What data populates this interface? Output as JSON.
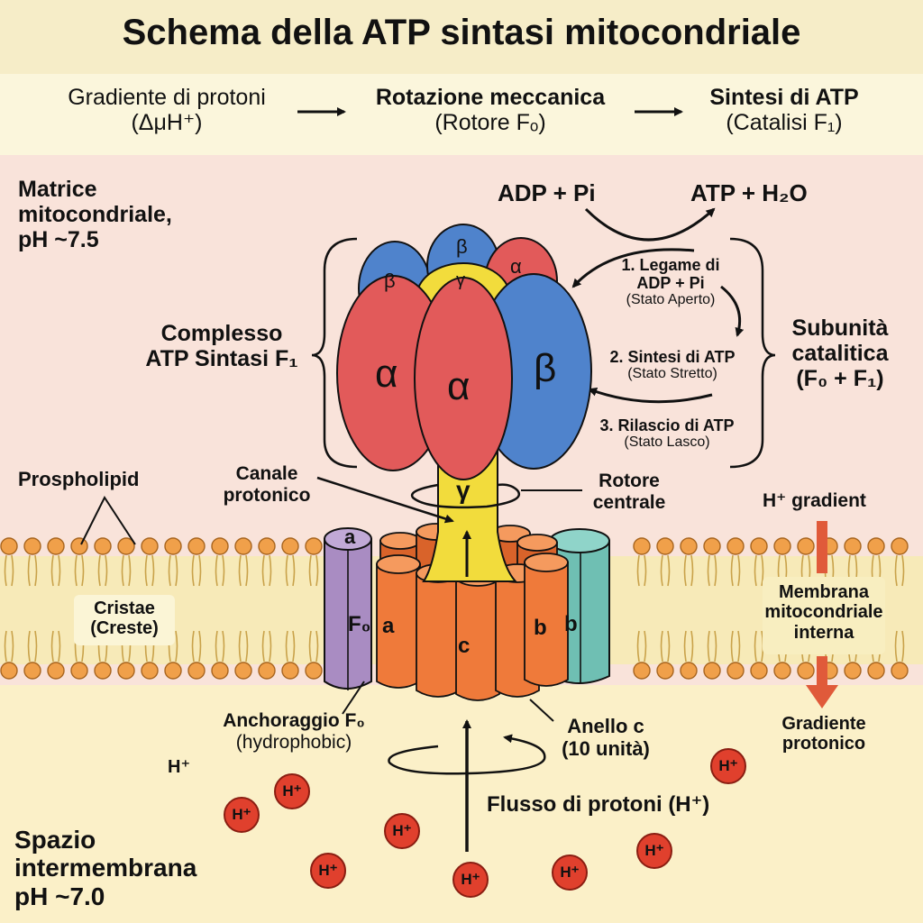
{
  "title": "Schema della ATP sintasi mitocondriale",
  "flow": {
    "step1": {
      "line1": "Gradiente di protoni",
      "line2": "(ΔμH⁺)"
    },
    "step2": {
      "line1": "Rotazione meccanica",
      "line2": "(Rotore Fₒ)"
    },
    "step3": {
      "line1": "Sintesi di ATP",
      "line2": "(Catalisi F₁)"
    }
  },
  "matrix": {
    "line1": "Matrice",
    "line2": "mitocondriale,",
    "line3": "pH ~7.5"
  },
  "reaction": {
    "reactants": "ADP + Pi",
    "products": "ATP + H₂O"
  },
  "cycle": {
    "step1": {
      "line1": "1. Legame di",
      "line2": "ADP + Pi",
      "line3": "(Stato Aperto)"
    },
    "step2": {
      "line1": "2. Sintesi di ATP",
      "line2": "(Stato Stretto)"
    },
    "step3": {
      "line1": "3. Rilascio di ATP",
      "line2": "(Stato Lasco)"
    }
  },
  "f1": {
    "line1": "Complesso",
    "line2": "ATP Sintasi F₁"
  },
  "catalytic": {
    "line1": "Subunità",
    "line2": "catalitica",
    "line3": "(F₀ + F₁)"
  },
  "subunits": {
    "alpha": "α",
    "beta": "β",
    "gamma": "γ",
    "a": "a",
    "b": "b",
    "c": "c",
    "fo": "F₀"
  },
  "labels": {
    "phospholipid": "Prospholipid",
    "cristae": {
      "line1": "Cristae",
      "line2": "(Creste)"
    },
    "channel": {
      "line1": "Canale",
      "line2": "protonico"
    },
    "rotor": {
      "line1": "Rotore",
      "line2": "centrale"
    },
    "gradient_top": "H⁺ gradient",
    "membrane": {
      "line1": "Membrana",
      "line2": "mitocondriale",
      "line3": "interna"
    },
    "gradient_bottom": {
      "line1": "Gradiente",
      "line2": "protonico"
    },
    "anchor": {
      "line1": "Anchoraggio F₀",
      "line2": "(hydrophobic)"
    },
    "ring": {
      "line1": "Anello c",
      "line2": "(10 unità)"
    },
    "flux": "Flusso di protoni (H⁺)",
    "h_plain": "H⁺"
  },
  "ims": {
    "line1": "Spazio",
    "line2": "intermembrana",
    "line3": "pH ~7.0"
  },
  "proton_label": "H⁺",
  "colors": {
    "alpha": "#e25a5a",
    "beta": "#4f83cc",
    "gamma": "#f2dc3c",
    "c_ring": "#ef7a3a",
    "a_subunit": "#a98cc2",
    "b_subunit": "#6fbfb3",
    "proton": "#e0402d",
    "lipid_head": "#f0a04a",
    "gradient_arrow": "#e05a3a"
  }
}
